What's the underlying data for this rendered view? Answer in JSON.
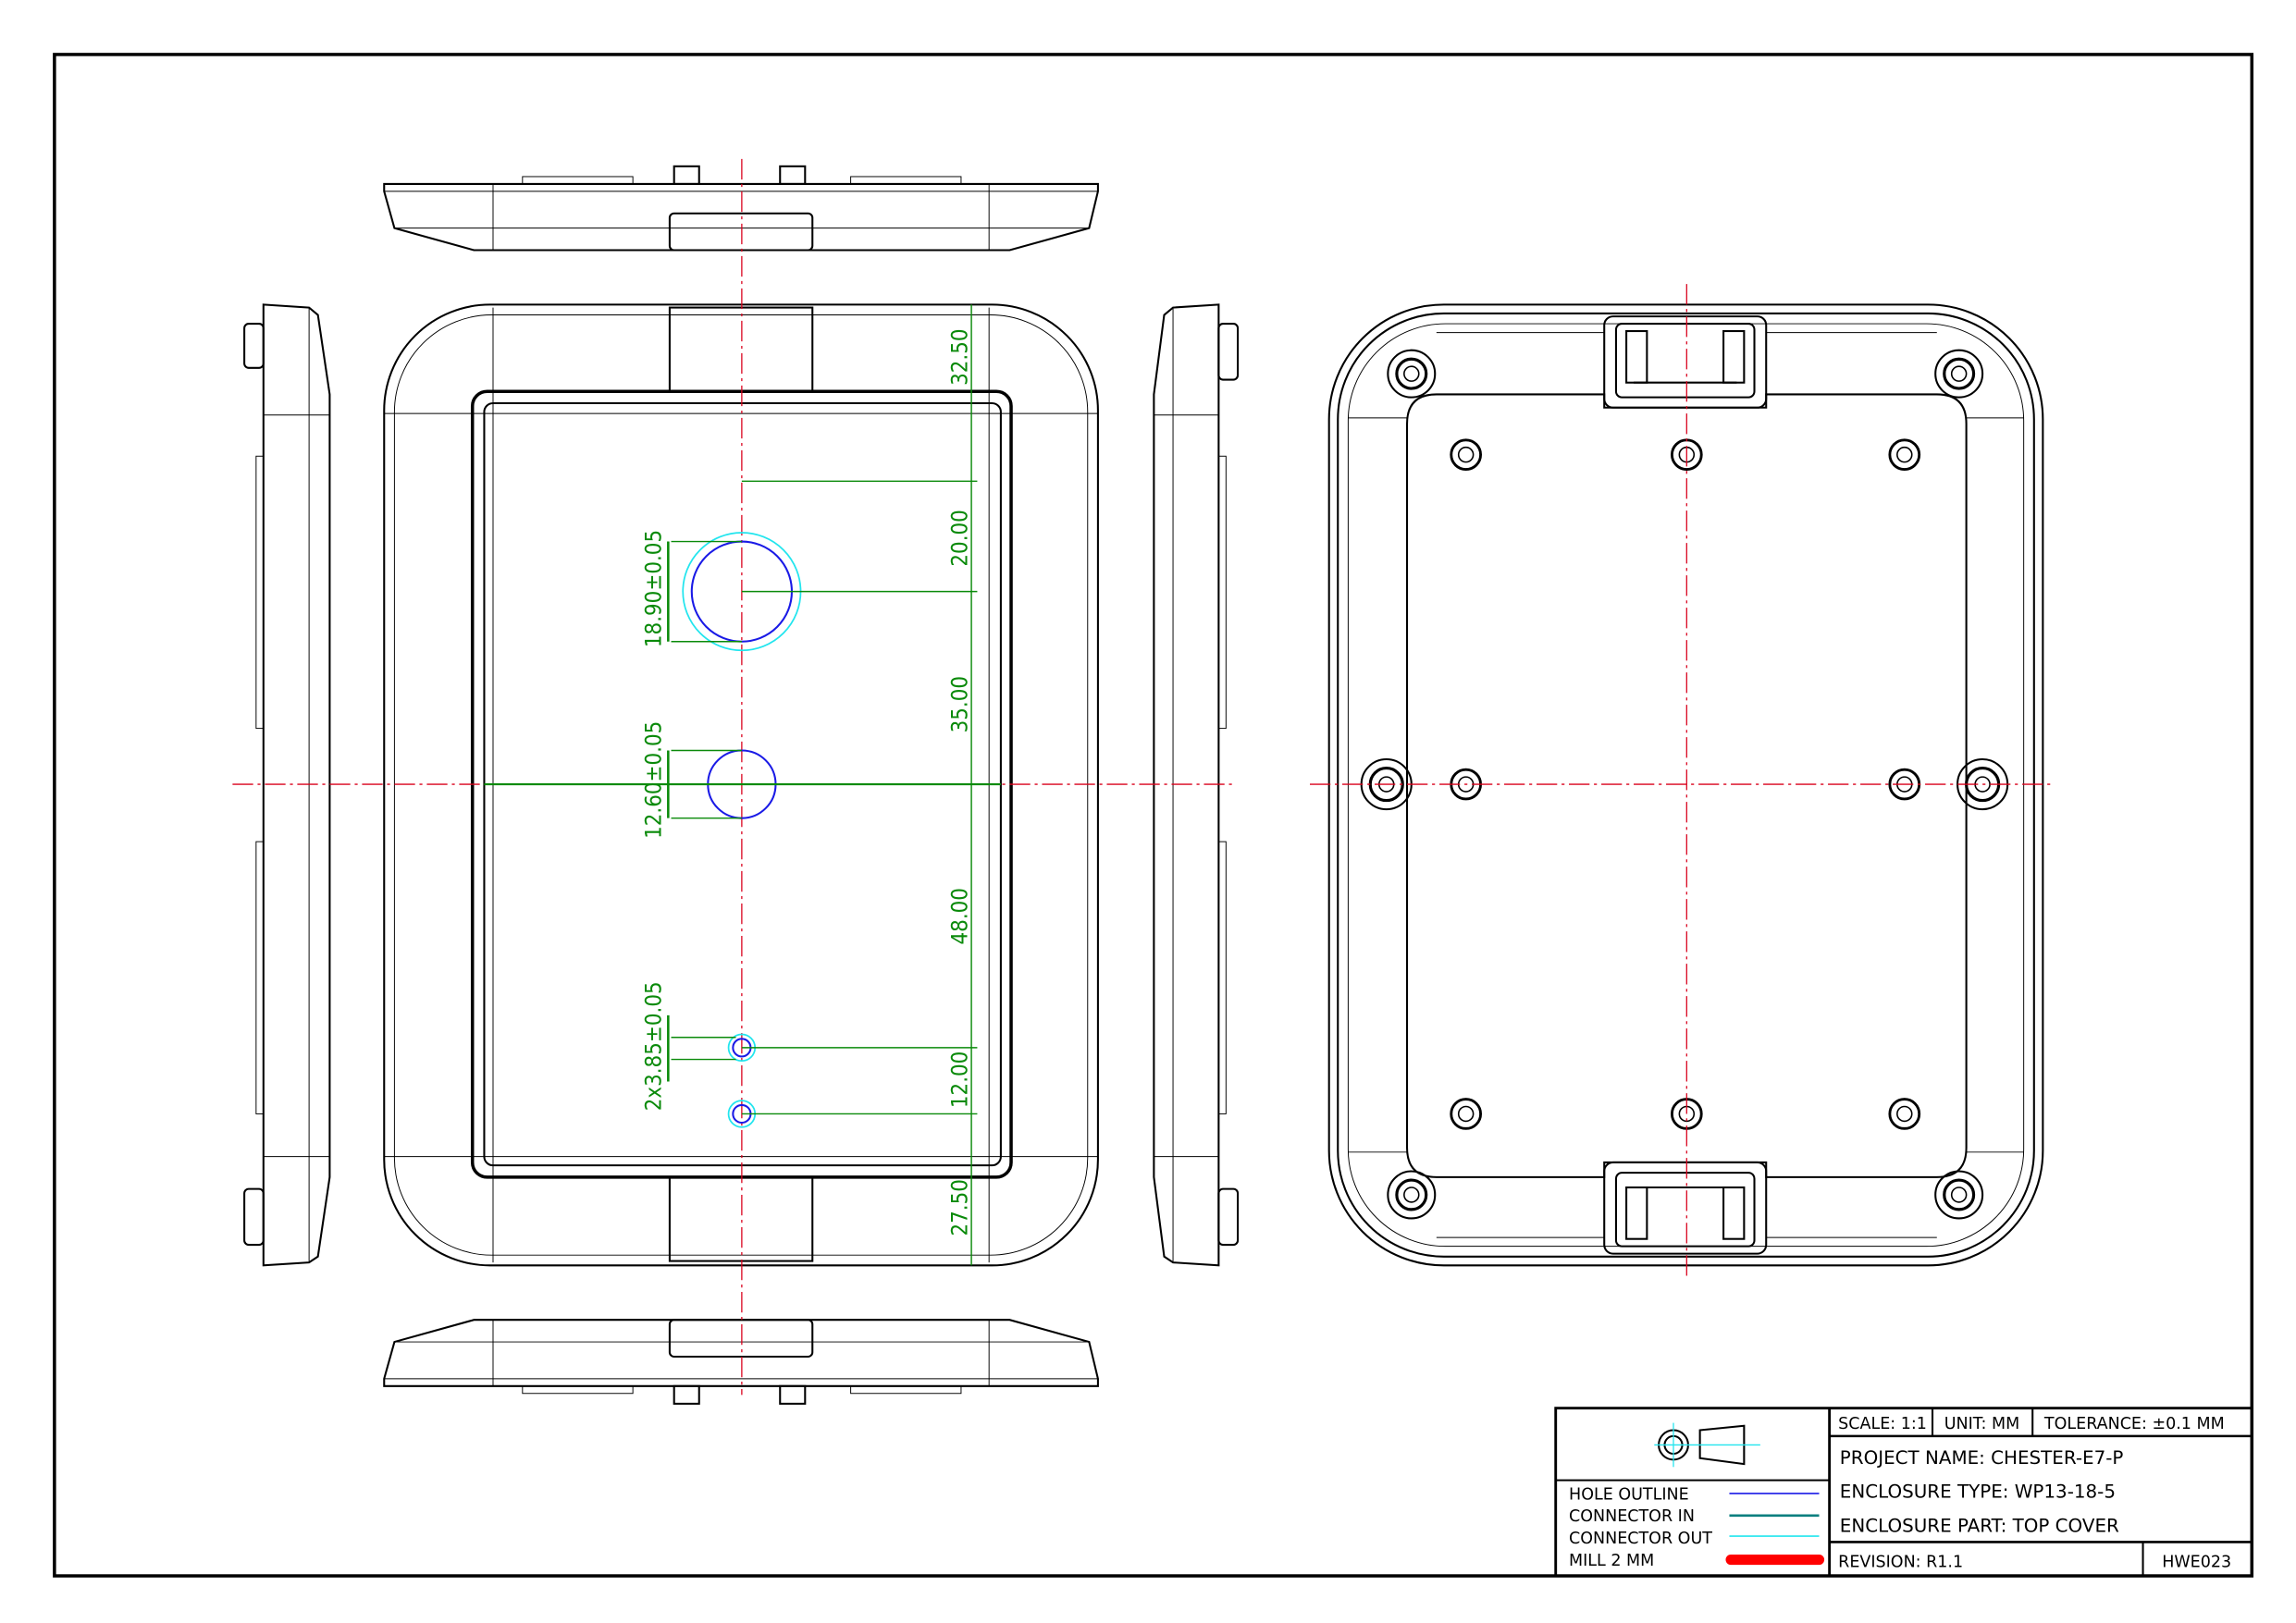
{
  "dimensions": {
    "vertical": [
      "32.50",
      "20.00",
      "35.00",
      "48.00",
      "12.00",
      "27.50"
    ],
    "hole_large": "18.90±0.05",
    "hole_medium": "12.60±0.05",
    "hole_small": "2x3.85±0.05"
  },
  "title_block": {
    "scale": "SCALE: 1:1",
    "unit": "UNIT: MM",
    "tolerance": "TOLERANCE: ±0.1 MM",
    "project_name": "PROJECT NAME: CHESTER-E7-P",
    "enclosure_type": "ENCLOSURE TYPE: WP13-18-5",
    "enclosure_part": "ENCLOSURE PART: TOP COVER",
    "revision": "REVISION: R1.1",
    "drawing_id": "HWE023"
  },
  "legend": [
    {
      "label": "HOLE OUTLINE",
      "color": "#1a1ae6"
    },
    {
      "label": "CONNECTOR IN",
      "color": "#0b7f7f"
    },
    {
      "label": "CONNECTOR OUT",
      "color": "#22e5ee"
    },
    {
      "label": "MILL 2 MM",
      "color": "#ff0000"
    }
  ]
}
